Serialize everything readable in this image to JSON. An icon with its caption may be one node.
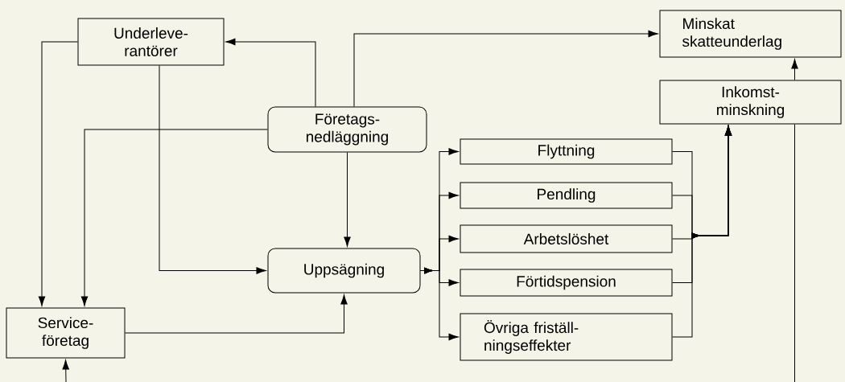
{
  "diagram": {
    "nodes": [
      {
        "text": [
          "Underleve- rantörer"
        ]
      },
      {
        "text": [
          "Minskat skatteunderlag"
        ]
      },
      {
        "text": [
          "Inkomst- minskning"
        ]
      },
      {
        "text": [
          "Företags- nedläggning"
        ]
      },
      {
        "text": [
          "Flyttning"
        ]
      },
      {
        "text": [
          "Pendling"
        ]
      },
      {
        "text": [
          "Arbetslöshet"
        ]
      },
      {
        "text": [
          "Uppsägning"
        ]
      },
      {
        "text": [
          "Förtidspension"
        ]
      },
      {
        "text": [
          "Service- företag"
        ]
      },
      {
        "text": [
          "Övriga friställ- ningseffekter"
        ]
      }
    ],
    "edges": [
      {
        "from": 3,
        "to": 0,
        "arrow": "to"
      },
      {
        "from": 3,
        "to": 1,
        "arrow": "to"
      },
      {
        "from": 3,
        "to": 9,
        "arrow": "to"
      },
      {
        "from": 3,
        "to": 7,
        "arrow": "to"
      },
      {
        "from": 0,
        "to": 9,
        "arrow": "to"
      },
      {
        "from": 0,
        "to": 7,
        "arrow": "to"
      },
      {
        "from": 9,
        "to": 7,
        "arrow": "to"
      },
      {
        "from": 7,
        "to": 4,
        "arrow": "to"
      },
      {
        "from": 7,
        "to": 5,
        "arrow": "to"
      },
      {
        "from": 7,
        "to": 6,
        "arrow": "to"
      },
      {
        "from": 7,
        "to": 8,
        "arrow": "to"
      },
      {
        "from": 7,
        "to": 10,
        "arrow": "to"
      },
      {
        "from": 4,
        "to": 2,
        "arrow": "to"
      },
      {
        "from": 5,
        "to": 2,
        "arrow": "to"
      },
      {
        "from": 6,
        "to": 2,
        "arrow": "to"
      },
      {
        "from": 8,
        "to": 2,
        "arrow": "to"
      },
      {
        "from": 10,
        "to": 2,
        "arrow": "to"
      },
      {
        "from": 2,
        "to": 1,
        "arrow": "to"
      },
      {
        "from": 2,
        "to": null,
        "arrow": "none"
      },
      {
        "from": null,
        "to": 9,
        "arrow": "to"
      }
    ]
  }
}
